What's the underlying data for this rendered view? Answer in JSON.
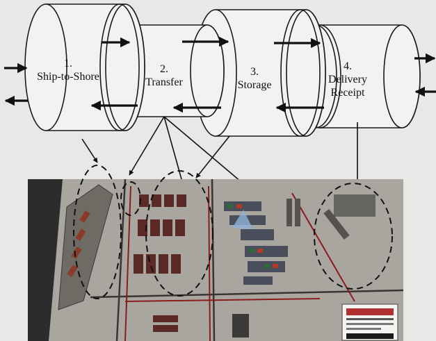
{
  "stages": [
    {
      "number": "1.",
      "lines": [
        "Ship-to-Shore"
      ]
    },
    {
      "number": "2.",
      "lines": [
        "Transfer"
      ]
    },
    {
      "number": "3.",
      "lines": [
        "Storage"
      ]
    },
    {
      "number": "4.",
      "lines": [
        "Delivery",
        "Receipt"
      ]
    }
  ],
  "colors": {
    "cylinder_fill": "#f2f2f0",
    "cylinder_stroke": "#1a1a1a",
    "arrow": "#111111",
    "background": "#e8e8e6",
    "photo_ground": "#a9a6a0",
    "photo_water": "#2c2c2c",
    "rail_red": "#8a1c1c"
  },
  "photo": {
    "inset_panel_present": true
  }
}
